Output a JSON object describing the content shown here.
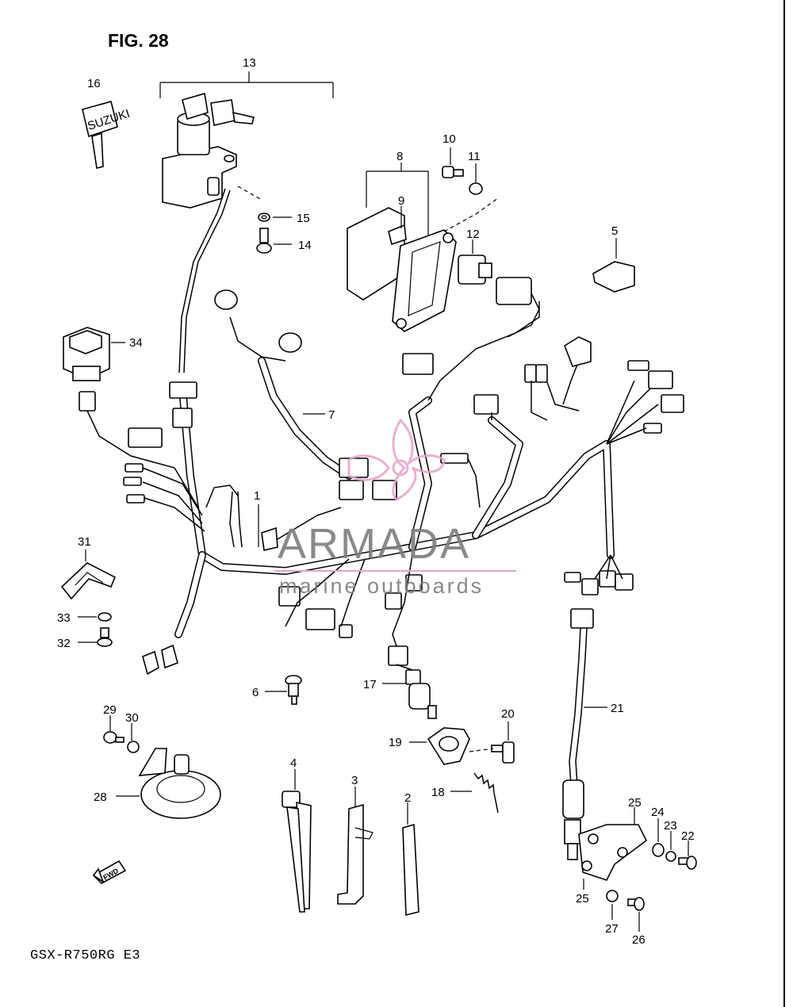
{
  "figure": {
    "title": "FIG. 28",
    "model_code": "GSX-R750RG  E3",
    "fwd_label": "FWD",
    "key_label": "SUZUKI"
  },
  "watermark": {
    "brand": "ARMADA",
    "tagline": "marine outboards",
    "accent_color": "#e6a3c8"
  },
  "callouts": [
    {
      "id": "1",
      "label": "1"
    },
    {
      "id": "2",
      "label": "2"
    },
    {
      "id": "3",
      "label": "3"
    },
    {
      "id": "4",
      "label": "4"
    },
    {
      "id": "5",
      "label": "5"
    },
    {
      "id": "6",
      "label": "6"
    },
    {
      "id": "7",
      "label": "7"
    },
    {
      "id": "8",
      "label": "8"
    },
    {
      "id": "9",
      "label": "9"
    },
    {
      "id": "10",
      "label": "10"
    },
    {
      "id": "11",
      "label": "11"
    },
    {
      "id": "12",
      "label": "12"
    },
    {
      "id": "13",
      "label": "13"
    },
    {
      "id": "14",
      "label": "14"
    },
    {
      "id": "15",
      "label": "15"
    },
    {
      "id": "16",
      "label": "16"
    },
    {
      "id": "17",
      "label": "17"
    },
    {
      "id": "18",
      "label": "18"
    },
    {
      "id": "19",
      "label": "19"
    },
    {
      "id": "20",
      "label": "20"
    },
    {
      "id": "21",
      "label": "21"
    },
    {
      "id": "22",
      "label": "22"
    },
    {
      "id": "23",
      "label": "23"
    },
    {
      "id": "24",
      "label": "24"
    },
    {
      "id": "25a",
      "label": "25"
    },
    {
      "id": "25b",
      "label": "25"
    },
    {
      "id": "26",
      "label": "26"
    },
    {
      "id": "27",
      "label": "27"
    },
    {
      "id": "28",
      "label": "28"
    },
    {
      "id": "29",
      "label": "29"
    },
    {
      "id": "30",
      "label": "30"
    },
    {
      "id": "31",
      "label": "31"
    },
    {
      "id": "32",
      "label": "32"
    },
    {
      "id": "33",
      "label": "33"
    },
    {
      "id": "34",
      "label": "34"
    }
  ]
}
